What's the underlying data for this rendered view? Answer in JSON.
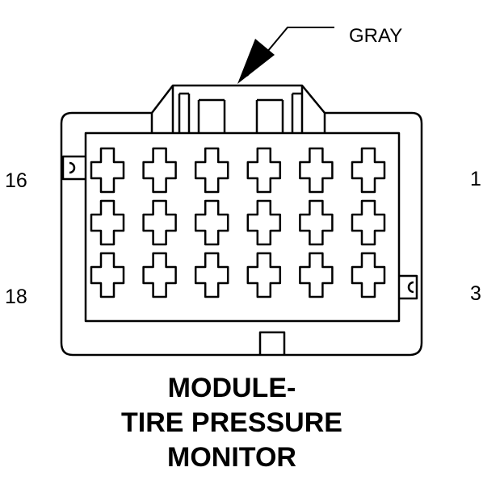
{
  "wire_color": "GRAY",
  "pin_labels": {
    "top_left": "16",
    "top_right": "1",
    "bottom_left": "18",
    "bottom_right": "3"
  },
  "title": {
    "line1": "MODULE-",
    "line2": "TIRE PRESSURE",
    "line3": "MONITOR"
  },
  "cavity_grid": {
    "rows": 3,
    "columns": 6
  },
  "colors": {
    "ink": "#000000",
    "paper": "#ffffff"
  }
}
